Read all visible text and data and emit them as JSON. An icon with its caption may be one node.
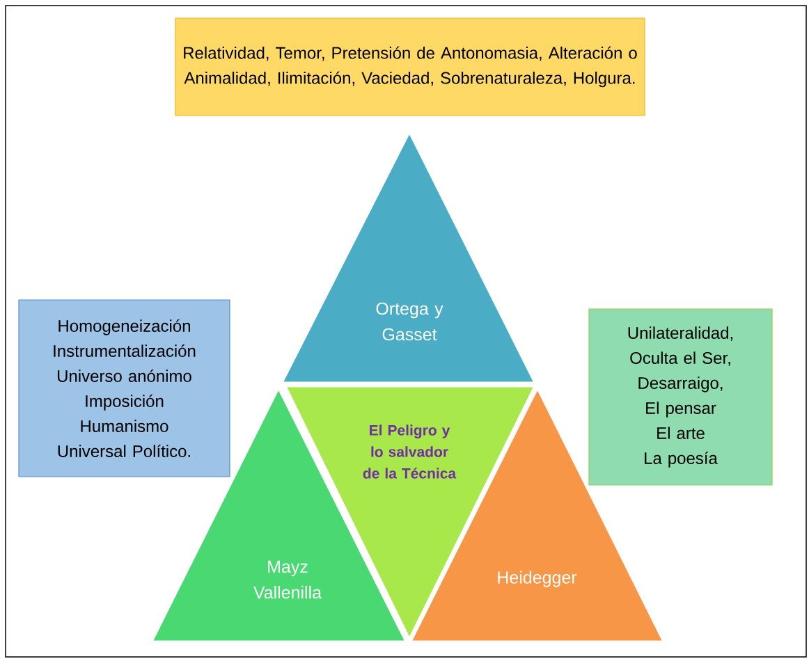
{
  "diagram": {
    "nodes": [
      {
        "text": [
          "Relatividad, Temor, Pretensión de Antonomasia, Alteración o Animalidad, Ilimitación, Vaciedad, Sobrenaturaleza, Holgura."
        ]
      },
      {
        "text": [
          "Ortega y Gasset"
        ]
      },
      {
        "text": [
          "Mayz Vallenilla"
        ]
      },
      {
        "text": [
          "El Peligro y lo salvador de la Técnica"
        ]
      },
      {
        "text": [
          "Heidegger"
        ]
      },
      {
        "text": [
          "Homogeneización",
          "Instrumentalización",
          "Universo anónimo",
          "Imposición",
          "Humanismo Universal Político."
        ]
      },
      {
        "text": [
          "Unilateralidad,",
          "Oculta el Ser,",
          "Desarraigo,",
          "El pensar",
          "El arte",
          "La poesía"
        ]
      }
    ],
    "edges": []
  }
}
